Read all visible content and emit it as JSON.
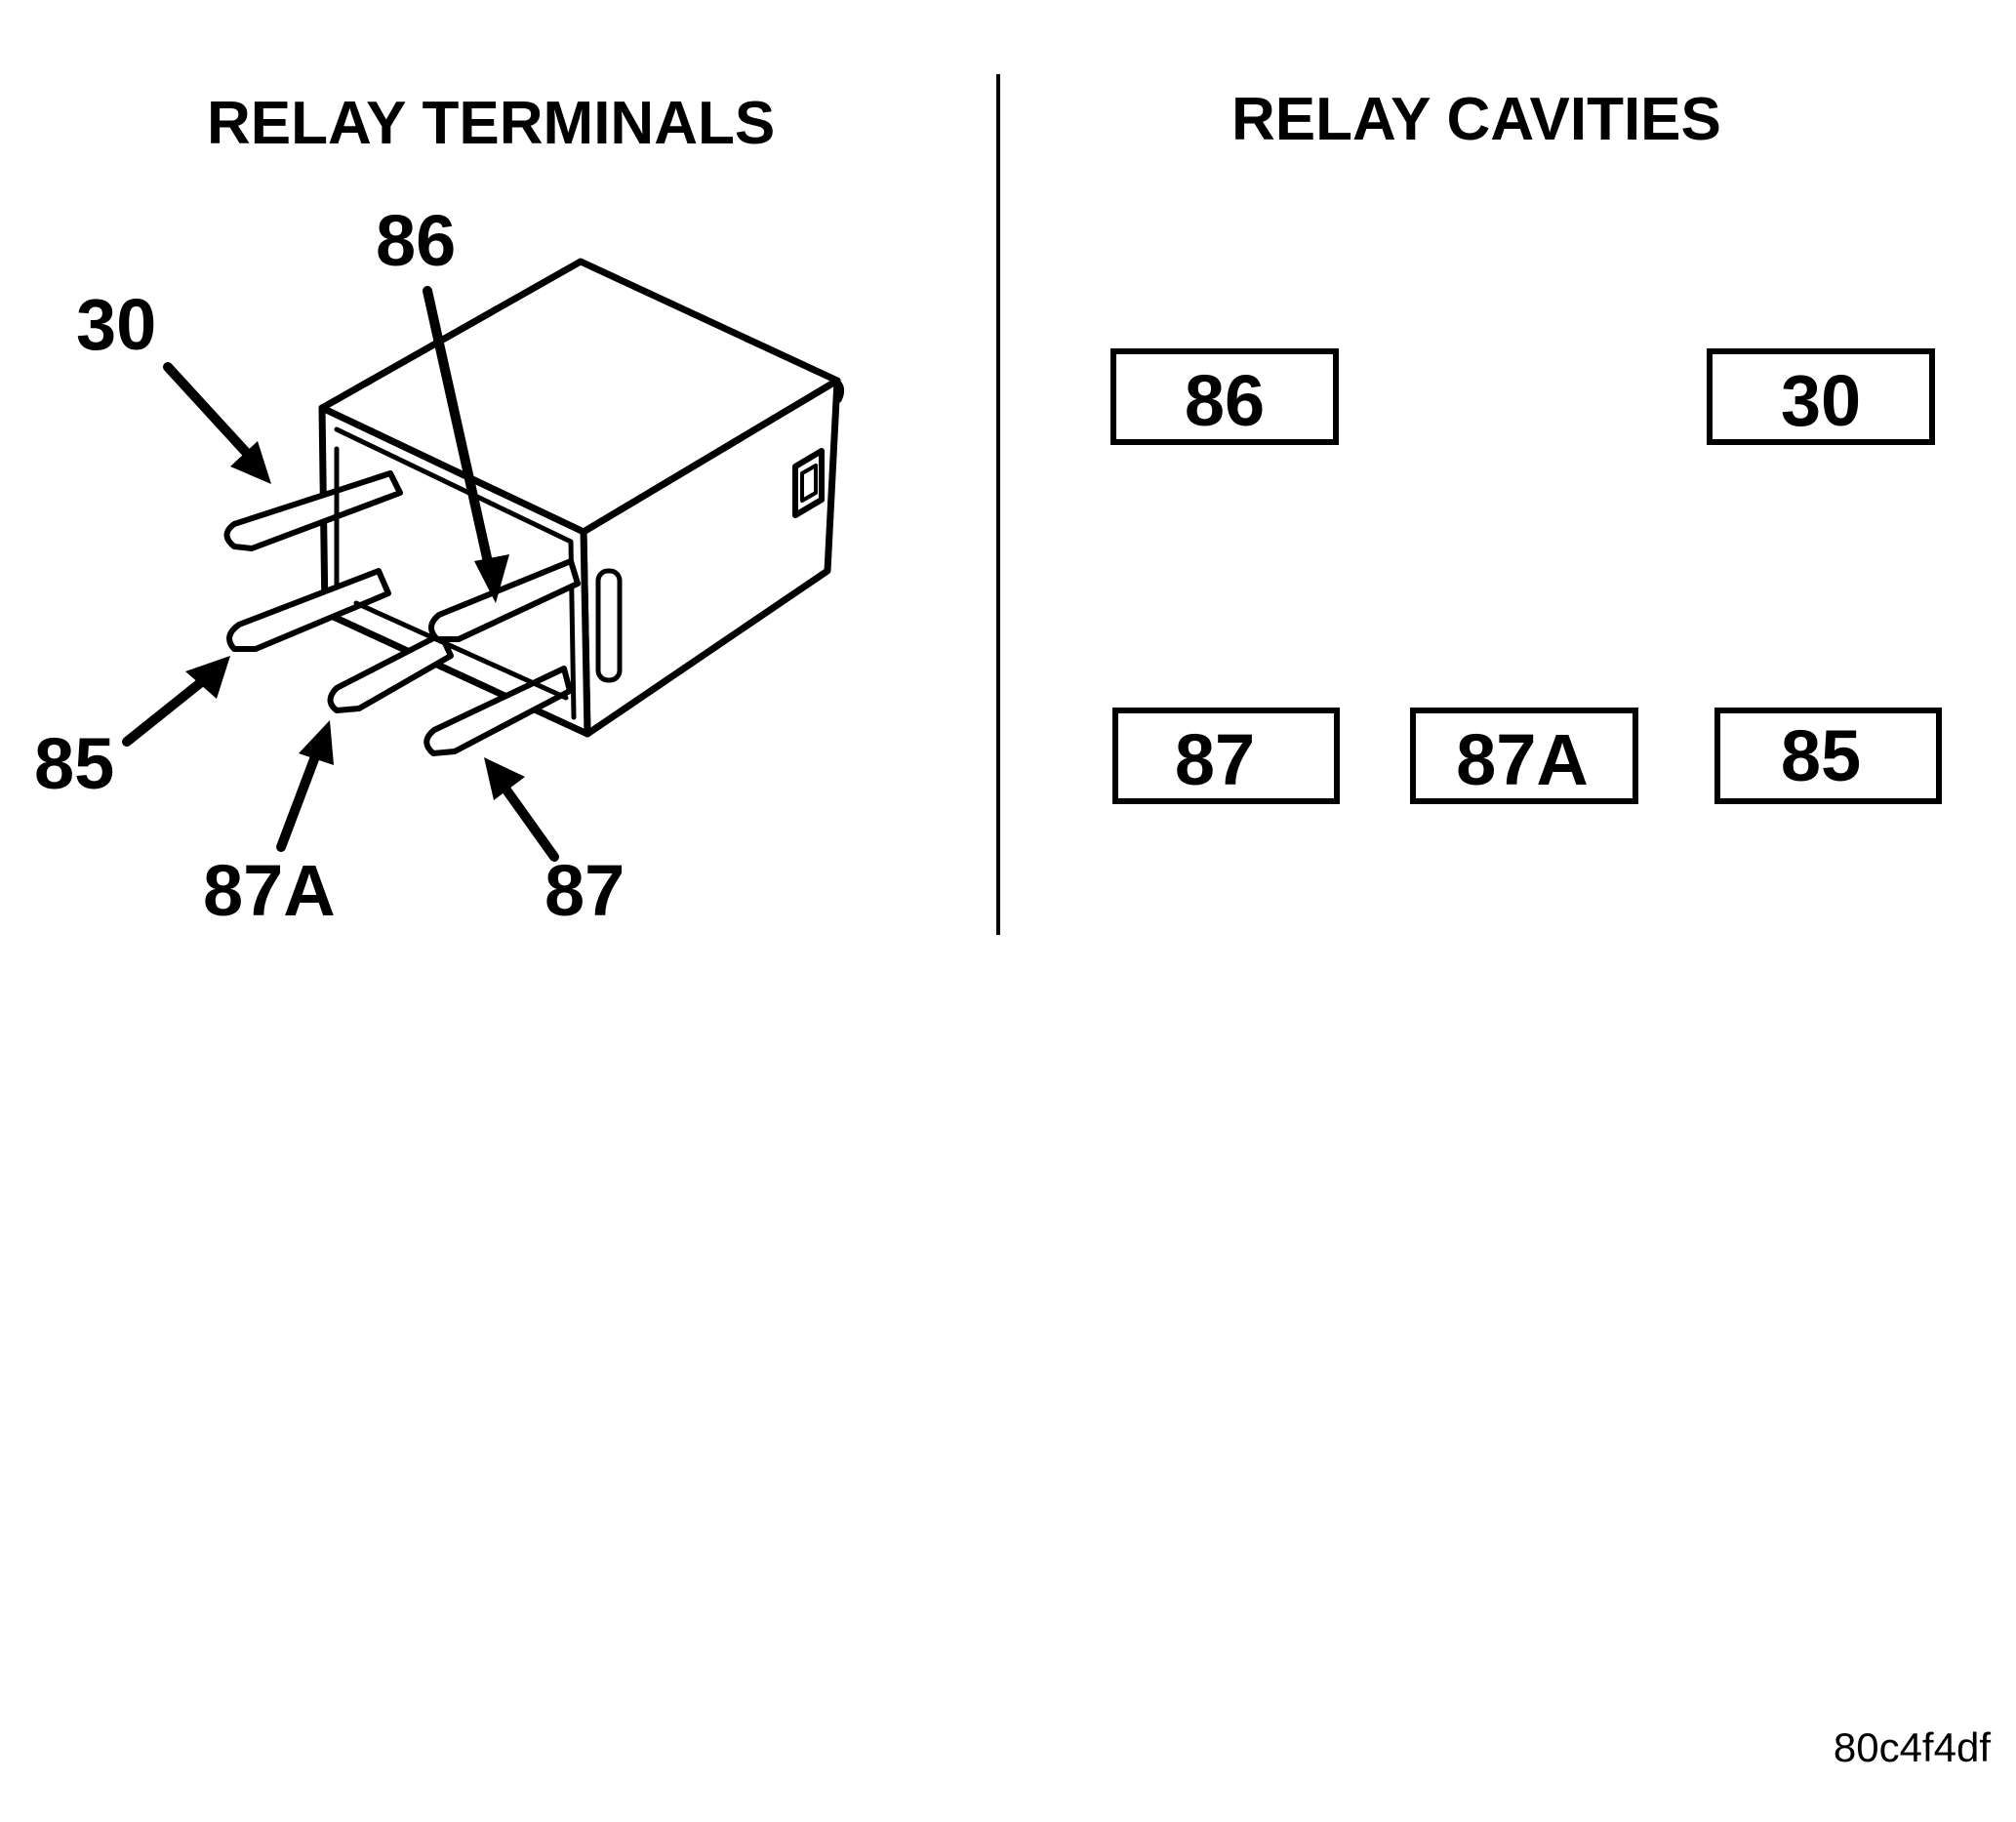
{
  "left_panel": {
    "title": "RELAY TERMINALS",
    "callouts": {
      "t30": "30",
      "t86": "86",
      "t85": "85",
      "t87a": "87A",
      "t87": "87"
    }
  },
  "right_panel": {
    "title": "RELAY CAVITIES",
    "cavities": {
      "c86": "86",
      "c30": "30",
      "c87": "87",
      "c87a": "87A",
      "c85": "85"
    }
  },
  "figure_id": "80c4f4df",
  "colors": {
    "ink": "#000000",
    "background": "#ffffff"
  }
}
